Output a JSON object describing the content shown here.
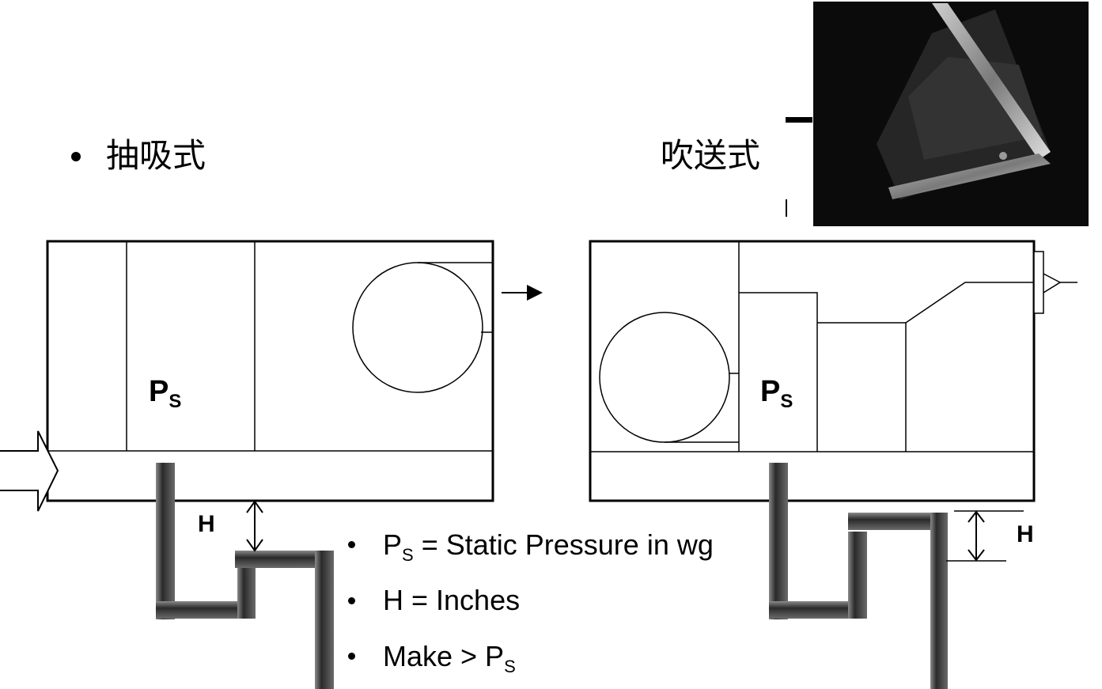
{
  "left": {
    "title": "抽吸式",
    "ps": {
      "main": "P",
      "sub": "S"
    },
    "h": "H"
  },
  "right": {
    "title": "吹送式",
    "ps": {
      "main": "P",
      "sub": "S"
    },
    "h": "H"
  },
  "notes": [
    {
      "main": "P",
      "sub": "S",
      "rest": " = Static Pressure in wg"
    },
    {
      "main": "H = Inches",
      "sub": "",
      "rest": ""
    },
    {
      "main": "Make > P",
      "sub": "S",
      "rest": ""
    }
  ],
  "photo": {
    "icon": "trap-photo"
  }
}
